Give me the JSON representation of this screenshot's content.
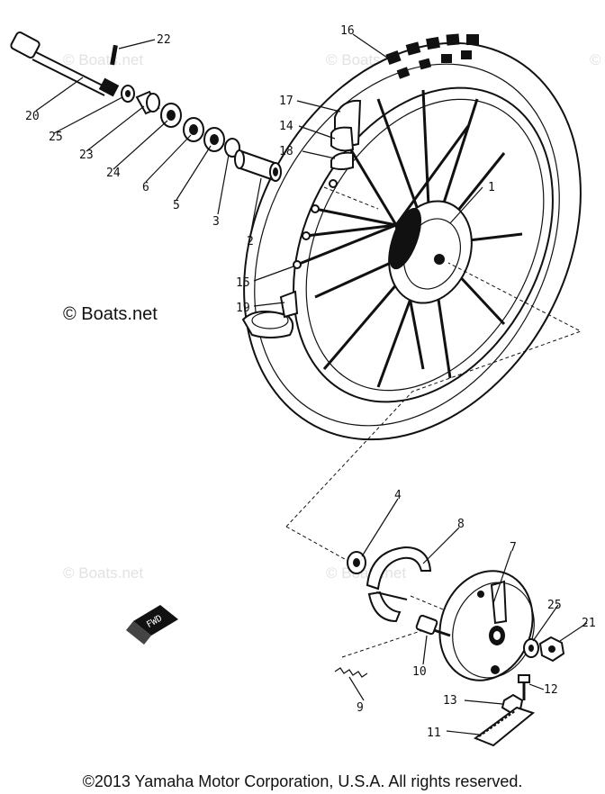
{
  "watermarks": {
    "main": "© Boats.net",
    "faint": "© Boats.net"
  },
  "fwd_label": "FWD",
  "callouts": {
    "c1": "1",
    "c2": "2",
    "c3": "3",
    "c4": "4",
    "c5": "5",
    "c6": "6",
    "c7": "7",
    "c8": "8",
    "c9": "9",
    "c10": "10",
    "c11": "11",
    "c12": "12",
    "c13": "13",
    "c14": "14",
    "c15": "15",
    "c16": "16",
    "c17": "17",
    "c18": "18",
    "c19": "19",
    "c20": "20",
    "c21": "21",
    "c22": "22",
    "c23": "23",
    "c24": "24",
    "c25a": "25",
    "c25b": "25"
  },
  "copyright": "©2013 Yamaha Motor Corporation, U.S.A. All rights reserved."
}
